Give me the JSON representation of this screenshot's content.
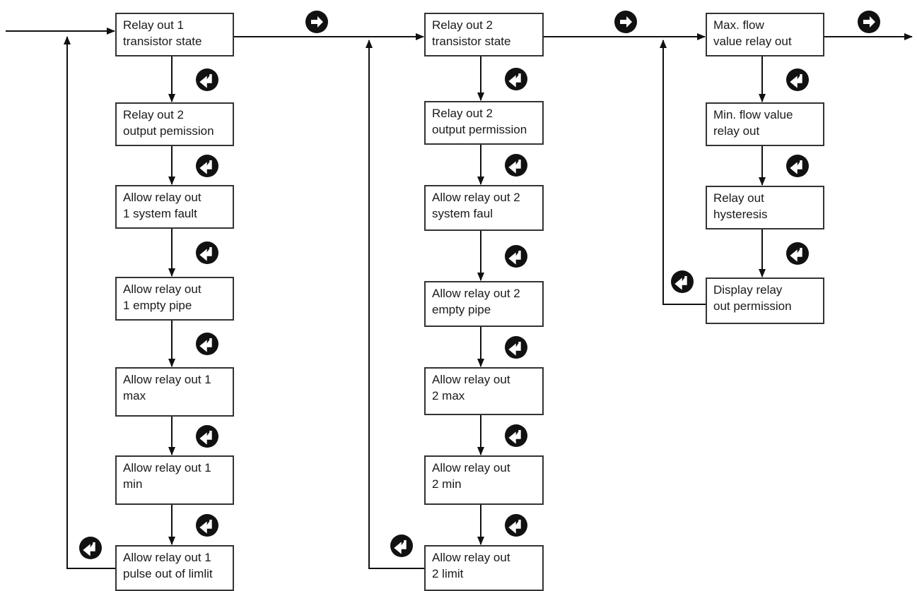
{
  "columns": [
    {
      "id": "col1",
      "boxes": [
        {
          "lines": [
            "Relay out 1",
            "transistor state"
          ]
        },
        {
          "lines": [
            "Relay out 2",
            "output pemission"
          ]
        },
        {
          "lines": [
            "Allow relay out",
            "1 system fault"
          ]
        },
        {
          "lines": [
            "Allow relay out",
            "1 empty pipe"
          ]
        },
        {
          "lines": [
            "Allow relay out 1",
            "max"
          ]
        },
        {
          "lines": [
            "Allow relay out 1",
            "min"
          ]
        },
        {
          "lines": [
            "Allow relay out 1",
            "pulse out of limlit"
          ]
        }
      ]
    },
    {
      "id": "col2",
      "boxes": [
        {
          "lines": [
            "Relay out 2",
            "transistor state"
          ]
        },
        {
          "lines": [
            "Relay out 2",
            "output permission"
          ]
        },
        {
          "lines": [
            "Allow relay out 2",
            "system faul"
          ]
        },
        {
          "lines": [
            "Allow relay out 2",
            "empty pipe"
          ]
        },
        {
          "lines": [
            "Allow relay out",
            "2 max"
          ]
        },
        {
          "lines": [
            "Allow relay out",
            "2 min"
          ]
        },
        {
          "lines": [
            "Allow relay out",
            "2 limit"
          ]
        }
      ]
    },
    {
      "id": "col3",
      "boxes": [
        {
          "lines": [
            "Max.  flow",
            "value relay out"
          ]
        },
        {
          "lines": [
            "Min. flow value",
            "relay out"
          ]
        },
        {
          "lines": [
            "Relay out",
            "hysteresis"
          ]
        },
        {
          "lines": [
            "Display relay",
            "out permission"
          ]
        }
      ]
    }
  ],
  "icons": {
    "next_key": "right-arrow-key-icon",
    "enter_key": "enter-key-icon"
  },
  "colors": {
    "line": "#111111",
    "box_border": "#333333",
    "icon_fill": "#111111",
    "icon_glyph": "#ffffff"
  }
}
